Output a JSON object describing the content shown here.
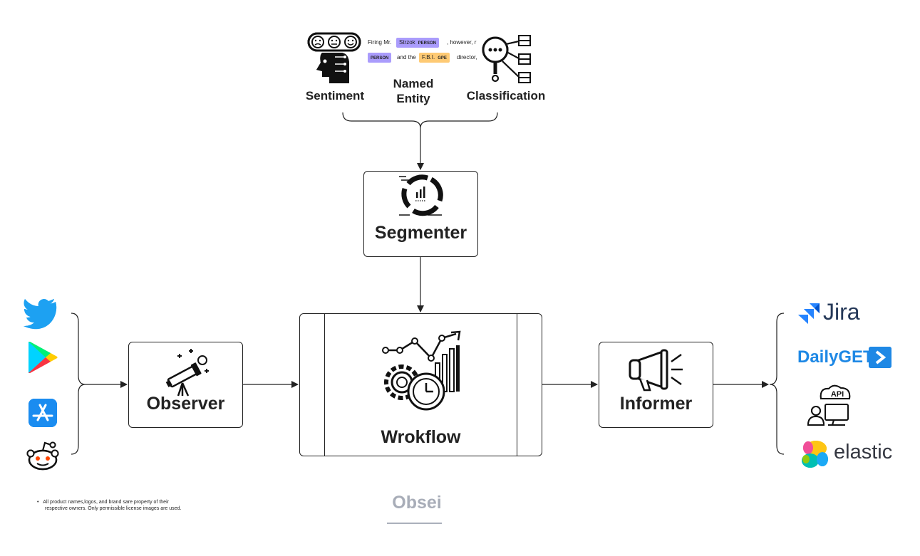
{
  "nlp": {
    "sentiment_label": "Sentiment",
    "ner_label": "Named\nEntity",
    "classification_label": "Classification",
    "ner_sample": {
      "line1_prefix": "Firing Mr.",
      "line1_entity": "Strzok",
      "line1_entity_type": "PERSON",
      "line1_suffix": ", however, r",
      "line2_entity_type": "PERSON",
      "line2_mid": "and the",
      "line2_entity": "F.B.I.",
      "line2_entity2_type": "GPE",
      "line2_suffix": "director,"
    }
  },
  "nodes": {
    "segmenter": "Segmenter",
    "observer": "Observer",
    "workflow": "Wrokflow",
    "informer": "Informer"
  },
  "sources": {
    "icons": [
      "twitter-icon",
      "google-play-icon",
      "app-store-icon",
      "reddit-icon"
    ]
  },
  "sinks": {
    "jira": "Jira",
    "dailyget": "DailyGET",
    "api": "API",
    "elastic": "elastic"
  },
  "footer": {
    "disclaimer_line1": "All product names,logos, and brand sare property of their",
    "disclaimer_line2": "respective owners. Only permissible license images are used.",
    "title": "Obsei"
  },
  "colors": {
    "twitter": "#1da1f2",
    "app_store": "#1a8cf0",
    "reddit": "#ff4500",
    "jira": "#2684ff",
    "dailyget": "#1e88e5",
    "ner_person": "#aa9cfc",
    "ner_gpe": "#feca74",
    "elastic_yellow": "#fec514",
    "elastic_pink": "#f04e98",
    "elastic_teal": "#00bfb3",
    "elastic_blue": "#1ba9f5"
  }
}
